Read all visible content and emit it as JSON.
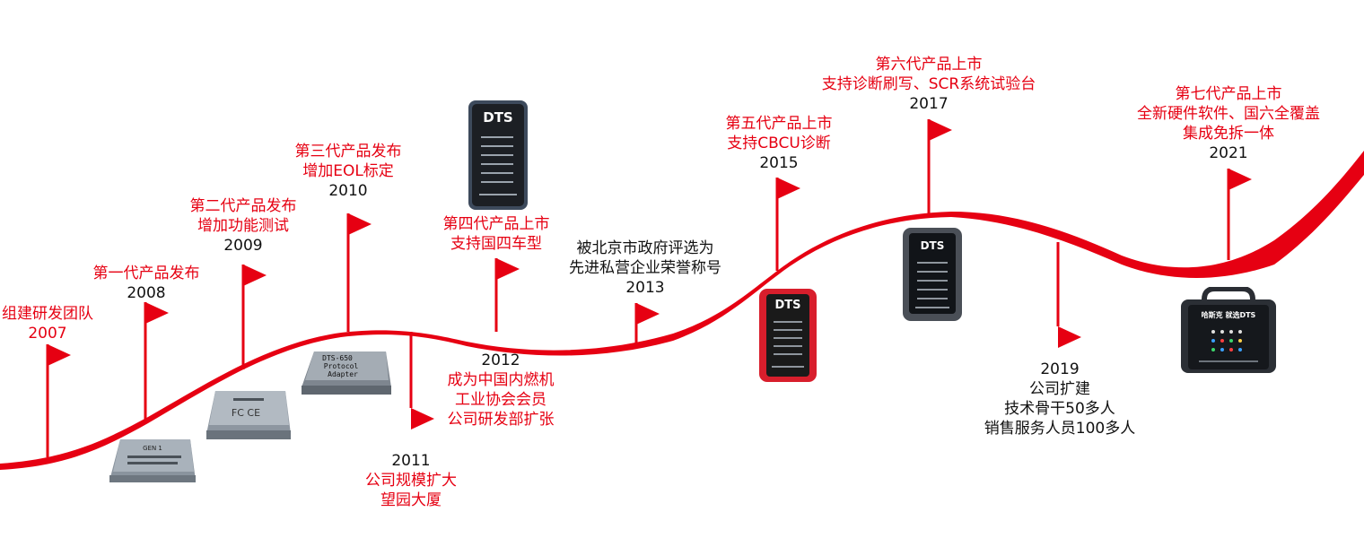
{
  "colors": {
    "accent": "#e60012",
    "text": "#111111",
    "device_dark": "#2d3138",
    "device_red": "#d81e2c"
  },
  "milestones": [
    {
      "id": "m2007",
      "lines": [
        {
          "text": "组建研发团队",
          "color": "red"
        },
        {
          "text": "2007",
          "color": "red"
        }
      ]
    },
    {
      "id": "m2008",
      "lines": [
        {
          "text": "第一代产品发布",
          "color": "red"
        },
        {
          "text": "2008",
          "color": "black"
        }
      ]
    },
    {
      "id": "m2009",
      "lines": [
        {
          "text": "第二代产品发布",
          "color": "red"
        },
        {
          "text": "增加功能测试",
          "color": "red"
        },
        {
          "text": "2009",
          "color": "black"
        }
      ]
    },
    {
      "id": "m2010",
      "lines": [
        {
          "text": "第三代产品发布",
          "color": "red"
        },
        {
          "text": "增加EOL标定",
          "color": "red"
        },
        {
          "text": "2010",
          "color": "black"
        }
      ]
    },
    {
      "id": "m2011",
      "lines": [
        {
          "text": "2011",
          "color": "black"
        },
        {
          "text": "公司规模扩大",
          "color": "red"
        },
        {
          "text": "望园大厦",
          "color": "red"
        }
      ]
    },
    {
      "id": "m2012",
      "lines": [
        {
          "text": "2012",
          "color": "black"
        },
        {
          "text": "成为中国内燃机",
          "color": "red"
        },
        {
          "text": "工业协会会员",
          "color": "red"
        },
        {
          "text": "公司研发部扩张",
          "color": "red"
        }
      ]
    },
    {
      "id": "m2012b",
      "lines": [
        {
          "text": "第四代产品上市",
          "color": "red"
        },
        {
          "text": "支持国四车型",
          "color": "red"
        }
      ]
    },
    {
      "id": "m2013",
      "lines": [
        {
          "text": "被北京市政府评选为",
          "color": "black"
        },
        {
          "text": "先进私营企业荣誉称号",
          "color": "black"
        },
        {
          "text": "2013",
          "color": "black"
        }
      ]
    },
    {
      "id": "m2015",
      "lines": [
        {
          "text": "第五代产品上市",
          "color": "red"
        },
        {
          "text": "支持CBCU诊断",
          "color": "red"
        },
        {
          "text": "2015",
          "color": "black"
        }
      ]
    },
    {
      "id": "m2017",
      "lines": [
        {
          "text": "第六代产品上市",
          "color": "red"
        },
        {
          "text": "支持诊断刷写、SCR系统试验台",
          "color": "red"
        },
        {
          "text": "2017",
          "color": "black"
        }
      ]
    },
    {
      "id": "m2019",
      "lines": [
        {
          "text": "2019",
          "color": "black"
        },
        {
          "text": "公司扩建",
          "color": "black"
        },
        {
          "text": "技术骨干50多人",
          "color": "black"
        },
        {
          "text": "销售服务人员100多人",
          "color": "black"
        }
      ]
    },
    {
      "id": "m2021",
      "lines": [
        {
          "text": "第七代产品上市",
          "color": "red"
        },
        {
          "text": "全新硬件软件、国六全覆盖",
          "color": "red"
        },
        {
          "text": "集成免拆一体",
          "color": "red"
        },
        {
          "text": "2021",
          "color": "black"
        }
      ]
    }
  ],
  "devices": {
    "gen1": {
      "name": "GEN 1"
    },
    "gen2": {
      "mark": "FC CE"
    },
    "gen3": {
      "brand": "DTS-650",
      "line1": "Protocol",
      "line2": "Adapter"
    },
    "gen4": {
      "brand": "DTS"
    },
    "gen5": {
      "brand": "DTS"
    },
    "gen6": {
      "brand": "DTS"
    },
    "gen7": {
      "brand": "哈斯克  就选DTS"
    }
  },
  "icons": {
    "flag": "flag-icon"
  }
}
